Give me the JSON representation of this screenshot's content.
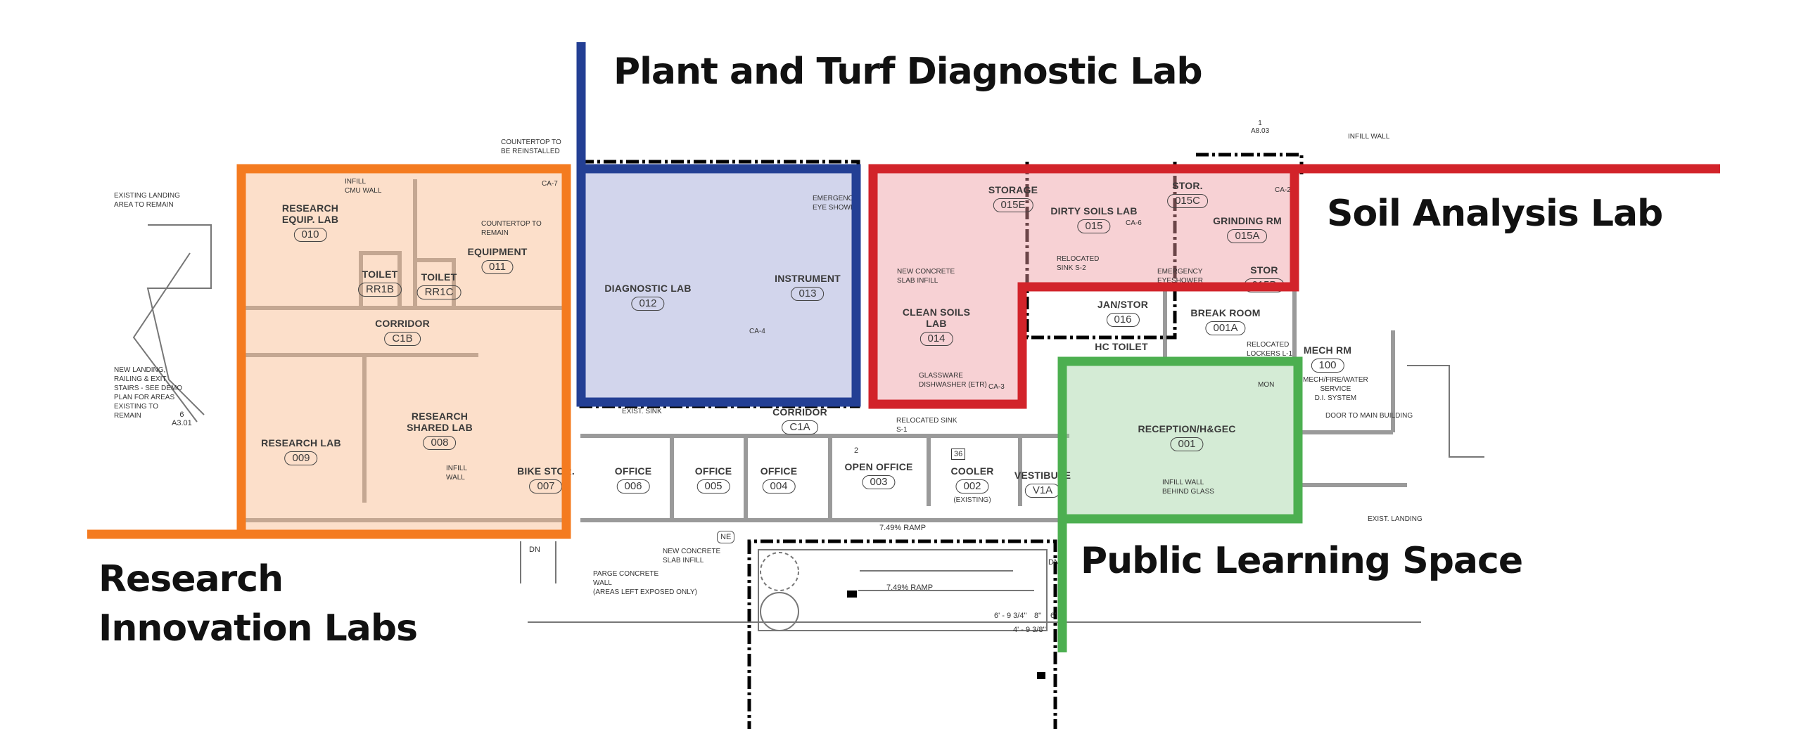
{
  "titles": {
    "plant_turf": "Plant and Turf Diagnostic Lab",
    "soil": "Soil Analysis Lab",
    "research_line1": "Research",
    "research_line2": "Innovation Labs",
    "public": "Public Learning Space"
  },
  "colors": {
    "research": "#f47b20",
    "plant_turf": "#233f94",
    "soil": "#d2232a",
    "public": "#4caf50"
  },
  "rooms": [
    {
      "name": "RESEARCH\nEQUIP. LAB",
      "number": "010"
    },
    {
      "name": "EQUIPMENT",
      "number": "011"
    },
    {
      "name": "TOILET",
      "number": "RR1B"
    },
    {
      "name": "TOILET",
      "number": "RR1C"
    },
    {
      "name": "CORRIDOR",
      "number": "C1B"
    },
    {
      "name": "RESEARCH\nSHARED LAB",
      "number": "008"
    },
    {
      "name": "RESEARCH LAB",
      "number": "009"
    },
    {
      "name": "BIKE STOR.",
      "number": "007"
    },
    {
      "name": "DIAGNOSTIC LAB",
      "number": "012"
    },
    {
      "name": "INSTRUMENT",
      "number": "013"
    },
    {
      "name": "CORRIDOR",
      "number": "C1A"
    },
    {
      "name": "STORAGE",
      "number": "015E"
    },
    {
      "name": "DIRTY SOILS LAB",
      "number": "015"
    },
    {
      "name": "STOR.",
      "number": "015C"
    },
    {
      "name": "GRINDING RM",
      "number": "015A"
    },
    {
      "name": "STOR",
      "number": "015B"
    },
    {
      "name": "CLEAN SOILS\nLAB",
      "number": "014"
    },
    {
      "name": "JAN/STOR",
      "number": "016"
    },
    {
      "name": "BREAK ROOM",
      "number": "001A"
    },
    {
      "name": "HC TOILET",
      "number": ""
    },
    {
      "name": "MECH RM",
      "number": "100"
    },
    {
      "name": "RECEPTION/H&GEC",
      "number": "001"
    },
    {
      "name": "OFFICE",
      "number": "006"
    },
    {
      "name": "OFFICE",
      "number": "005"
    },
    {
      "name": "OFFICE",
      "number": "004"
    },
    {
      "name": "OPEN OFFICE",
      "number": "003"
    },
    {
      "name": "COOLER",
      "number": "002",
      "sub": "(EXISTING)"
    },
    {
      "name": "VESTIBULE",
      "number": "V1A"
    }
  ],
  "notes": [
    "COUNTERTOP TO\nBE REINSTALLED",
    "EXISTING LANDING\nAREA TO REMAIN",
    "INFILL\nCMU WALL",
    "COUNTERTOP TO\nREMAIN",
    "NEW LANDING,\nRAILING & EXIT\nSTAIRS - SEE DEMO\nPLAN FOR AREAS\nEXISTING TO\nREMAIN",
    "INFILL\nWALL",
    "EMERGENCY\nEYE SHOWE",
    "EXIST. SINK",
    "RELOCATED SINK\nS-1",
    "NEW CONCRETE\nSLAB INFILL",
    "GLASSWARE\nDISHWASHER (ETR)",
    "RELOCATED\nSINK S-2",
    "EMERGENCY\nEYESHOWER",
    "RELOCATED\nLOCKERS L-1",
    "MECH/FIRE/WATER\nSERVICE\nD.I. SYSTEM",
    "DOOR TO MAIN BUILDING",
    "EXIST. LANDING",
    "INFILL WALL",
    "INFILL WALL\nBEHIND GLASS",
    "NEW CONCRETE\nSLAB INFILL",
    "PARGE CONCRETE\nWALL\n(AREAS LEFT EXPOSED ONLY)"
  ],
  "marks": {
    "ramp_upper": "7.49% RAMP",
    "ramp_lower": "7.49% RAMP",
    "north": "NE",
    "down_left": "DN",
    "down_right": "DN",
    "dim_1": "6' - 9 3/4\"",
    "dim_2": "8\"",
    "dim_3": "6'",
    "dim_4": "4' - 9 3/8\"",
    "section_6_num": "6",
    "section_6_sheet": "A3.01",
    "section_1_num": "1",
    "section_1_sheet": "A8.03",
    "detail_2": "2",
    "box_36": "36",
    "ca7": "CA-7",
    "ca4": "CA-4",
    "ca3": "CA-3",
    "ca2": "CA-2",
    "ca6": "CA-6",
    "mon": "MON"
  }
}
